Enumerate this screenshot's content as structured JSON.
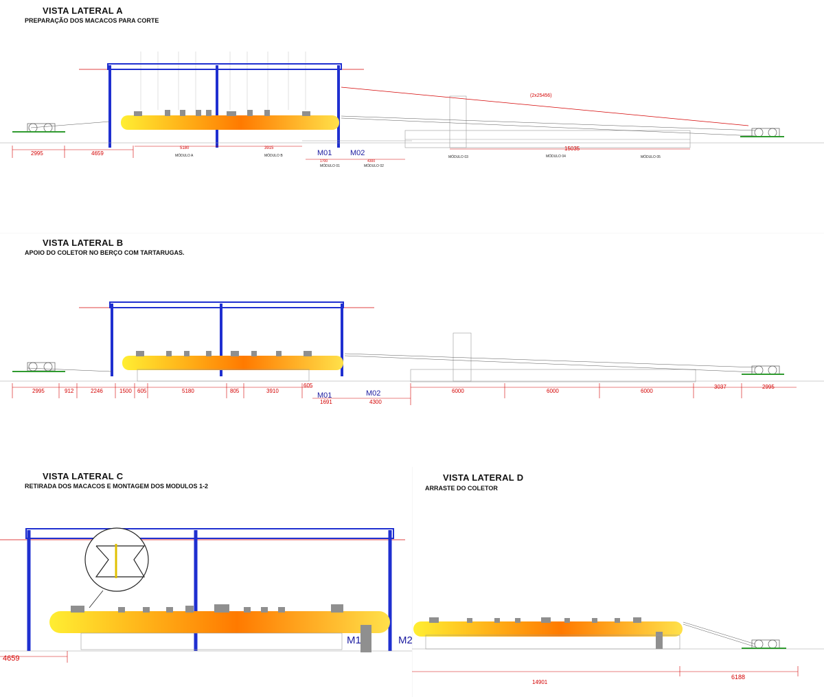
{
  "views": {
    "a": {
      "title": "VISTA LATERAL  A",
      "subtitle": "PREPARAÇÃO DOS MACACOS PARA CORTE",
      "dims": [
        "2995",
        "4659",
        "5180",
        "3915",
        "15035",
        "1700",
        "4300",
        "(2x25456)"
      ],
      "module_labels": [
        "MÓDULO A",
        "MÓDULO B",
        "MÓDULO 01",
        "MÓDULO 02",
        "MÓDULO 03",
        "MÓDULO 04",
        "MÓDULO 05"
      ],
      "markers": [
        "M01",
        "M02"
      ]
    },
    "b": {
      "title": "VISTA LATERAL  B",
      "subtitle": "APOIO DO COLETOR NO BERÇO COM TARTARUGAS.",
      "dims": [
        "2995",
        "912",
        "2246",
        "1500",
        "605",
        "5180",
        "805",
        "3910",
        "605",
        "1691",
        "4300",
        "6000",
        "6000",
        "6000",
        "3037",
        "2995"
      ],
      "markers": [
        "M01",
        "M02"
      ]
    },
    "c": {
      "title": "VISTA LATERAL  C",
      "subtitle": "RETIRADA DOS MACACOS E MONTAGEM DOS MODULOS 1-2",
      "dims": [
        "4659"
      ],
      "markers": [
        "M1",
        "M2"
      ]
    },
    "d": {
      "title": "VISTA LATERAL  D",
      "subtitle": "ARRASTE DO COLETOR",
      "dims": [
        "14901",
        "6188"
      ]
    }
  },
  "colors": {
    "frame": "#1f2fd0",
    "dimension": "#d40000",
    "pipe_start": "#ffee33",
    "pipe_end": "#ff7a00",
    "marker": "#1a1aa0",
    "winch": "#2e9a2e"
  }
}
